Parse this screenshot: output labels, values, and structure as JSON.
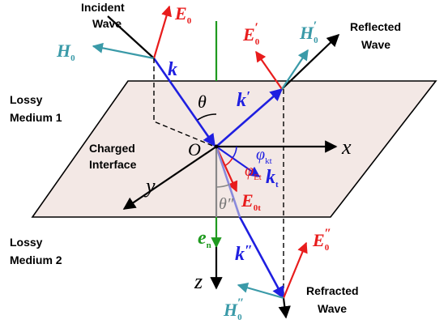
{
  "labels": {
    "incident_wave": [
      "Incident",
      "Wave"
    ],
    "reflected_wave": [
      "Reflected",
      "Wave"
    ],
    "refracted_wave": [
      "Refracted",
      "Wave"
    ],
    "lossy_medium_1": [
      "Lossy",
      "Medium 1"
    ],
    "lossy_medium_2": [
      "Lossy",
      "Medium 2"
    ],
    "charged_interface": [
      "Charged",
      "Interface"
    ],
    "origin": "O",
    "axis_x": "x",
    "axis_y": "y",
    "axis_z": "z"
  },
  "vectors": {
    "E0": {
      "base": "E",
      "sub": "0",
      "prime": ""
    },
    "H0": {
      "base": "H",
      "sub": "0",
      "prime": ""
    },
    "k": {
      "base": "k",
      "sub": "",
      "prime": ""
    },
    "E0p": {
      "base": "E",
      "sub": "0",
      "prime": "′"
    },
    "H0p": {
      "base": "H",
      "sub": "0",
      "prime": "′"
    },
    "kp": {
      "base": "k",
      "sub": "",
      "prime": "′"
    },
    "E0pp": {
      "base": "E",
      "sub": "0",
      "prime": "″"
    },
    "H0pp": {
      "base": "H",
      "sub": "0",
      "prime": "″"
    },
    "kpp": {
      "base": "k",
      "sub": "",
      "prime": "″"
    },
    "kt": {
      "base": "k",
      "sub": "t",
      "prime": ""
    },
    "E0t": {
      "base": "E",
      "sub": "0t",
      "prime": ""
    },
    "en": {
      "base": "e",
      "sub": "n",
      "prime": ""
    }
  },
  "angles": {
    "theta": "θ",
    "theta_pp": "θ″",
    "phi_kt": {
      "base": "φ",
      "sub": "kt"
    },
    "phi_Et": {
      "base": "φ",
      "sub": "Et"
    }
  },
  "colors": {
    "wave_vector": "#1f1fe0",
    "electric_field": "#e81c1c",
    "magnetic_field": "#3a9aa8",
    "normal": "#1f9a1f",
    "interface_fill": "#f3e8e5",
    "axes": "#000000"
  }
}
